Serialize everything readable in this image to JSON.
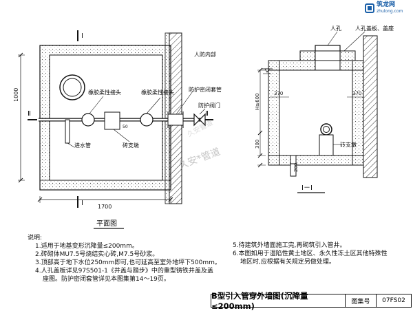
{
  "logo": {
    "name": "筑龙网",
    "url": "zhulong.com"
  },
  "watermark": {
    "main": "久安*管道",
    "faint": "久安管道"
  },
  "plan": {
    "title": "平面图",
    "section_mark": "Ⅰ",
    "axis_mark": "Ⅱ",
    "dims": {
      "width": "1700",
      "height": "1000",
      "offset": "50"
    },
    "labels": {
      "indoor": "人防内部",
      "rubber_joint_1": "橡胶柔性接头",
      "rubber_joint_2": "橡胶柔性接头",
      "protective_sleeve": "防护密闭套管",
      "protective_valve": "防护阀门",
      "inlet_pipe": "进水管",
      "brick_pier": "砖支墩"
    }
  },
  "section": {
    "title": "Ⅰ－Ⅰ",
    "labels": {
      "manhole": "人孔",
      "cover": "人孔盖板、盖座",
      "brick_pier": "砖支墩"
    },
    "dims": {
      "h": "H≥600",
      "d370a": "370",
      "d370b": "370",
      "d300": "300",
      "d200": "200"
    }
  },
  "notes": {
    "heading": "说明:",
    "left": [
      "1.适用于地基变形沉降量≤200mm。",
      "2.砖砌体MU7.5号烧结实心砖,M7.5号砂浆。",
      "3.顶部高于地下水位250mm即可,也可延高至室外地坪下500mm。",
      "4.人孔盖板详见97S501-1《井盖与踏步》中的重型铸铁井盖及盖",
      "座图。防护密闭套管详见本图集第14～19页。"
    ],
    "right": [
      "5.待建筑外墙面施工完,再砌筑引入管井。",
      "6.本图如用于湿陷性黄土地区、永久性冻土区其他特殊性",
      "地区时,应根据有关规定另做处理。"
    ]
  },
  "titleblock": {
    "title": "B型引入管穿外墙图(沉降量≤200mm)",
    "label": "图集号",
    "value": "07FS02"
  }
}
